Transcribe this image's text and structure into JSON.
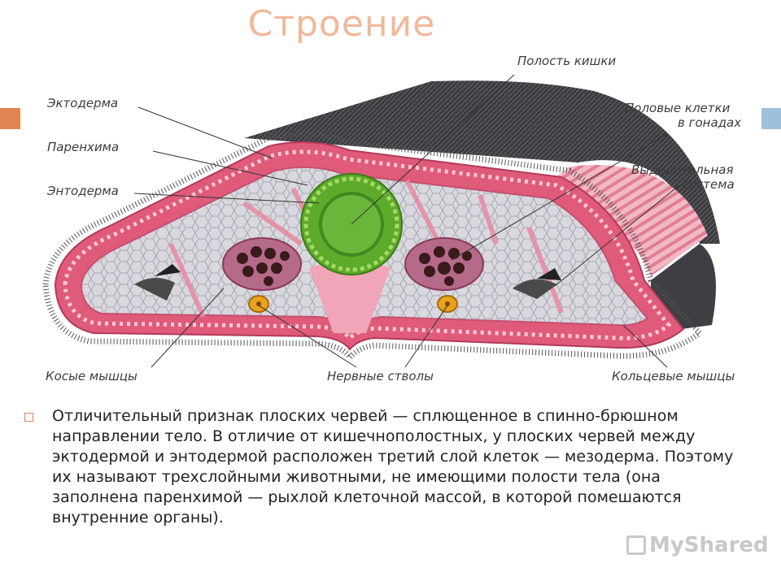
{
  "slide": {
    "title": "Строение",
    "paragraph": "Отличительный признак плоских червей — сплющенное в спинно-брюшном направлении тело. В отличие от кишечнополостных, у плоских червей между эктодермой и энтодермой расположен третий слой клеток — мезодерма. Поэтому их называют трехслойными животными, не имеющими полости тела (она заполнена паренхимой — рыхлой клеточной массой, в которой помешаются внутренние органы).",
    "watermark": "MyShared"
  },
  "diagram": {
    "labels": {
      "ectoderm": "Эктодерма",
      "parenchyma": "Паренхима",
      "entoderm": "Энтодерма",
      "gut_cavity": "Полость кишки",
      "sex_cells_1": "Половые клетки",
      "sex_cells_2": "в гонадах",
      "excretory_1": "Выделительная",
      "excretory_2": "система",
      "oblique_muscles": "Косые мышцы",
      "nerve_trunks": "Нервные стволы",
      "ring_muscles": "Кольцевые мышцы"
    }
  },
  "colors": {
    "title": "#f0b89a",
    "accent_left": "#e08454",
    "accent_right": "#9fc0dc",
    "epidermis": "#e05a7a",
    "parenchyma": "#cfcfd6",
    "gut": "#5cab2a",
    "dorsal_bristles": "#3a3a3e"
  }
}
